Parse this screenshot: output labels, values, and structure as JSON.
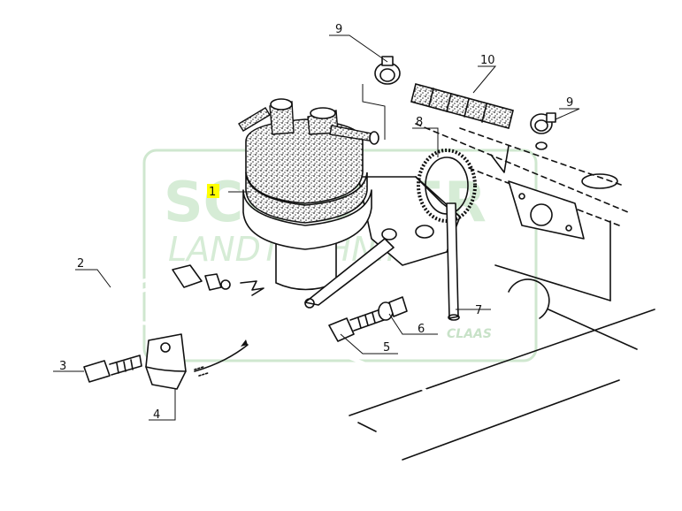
{
  "watermark": {
    "line1": "SCHAEFER",
    "line2": "LANDTECHNIK",
    "line3": "CLAAS",
    "color": "#cfe7cf"
  },
  "callouts": [
    {
      "id": "1",
      "label": "1",
      "highlight": "#ffff00"
    },
    {
      "id": "2",
      "label": "2"
    },
    {
      "id": "3",
      "label": "3"
    },
    {
      "id": "4",
      "label": "4"
    },
    {
      "id": "5",
      "label": "5"
    },
    {
      "id": "6",
      "label": "6"
    },
    {
      "id": "7",
      "label": "7"
    },
    {
      "id": "8",
      "label": "8"
    },
    {
      "id": "9a",
      "label": "9"
    },
    {
      "id": "9b",
      "label": "9"
    },
    {
      "id": "10",
      "label": "10"
    }
  ]
}
